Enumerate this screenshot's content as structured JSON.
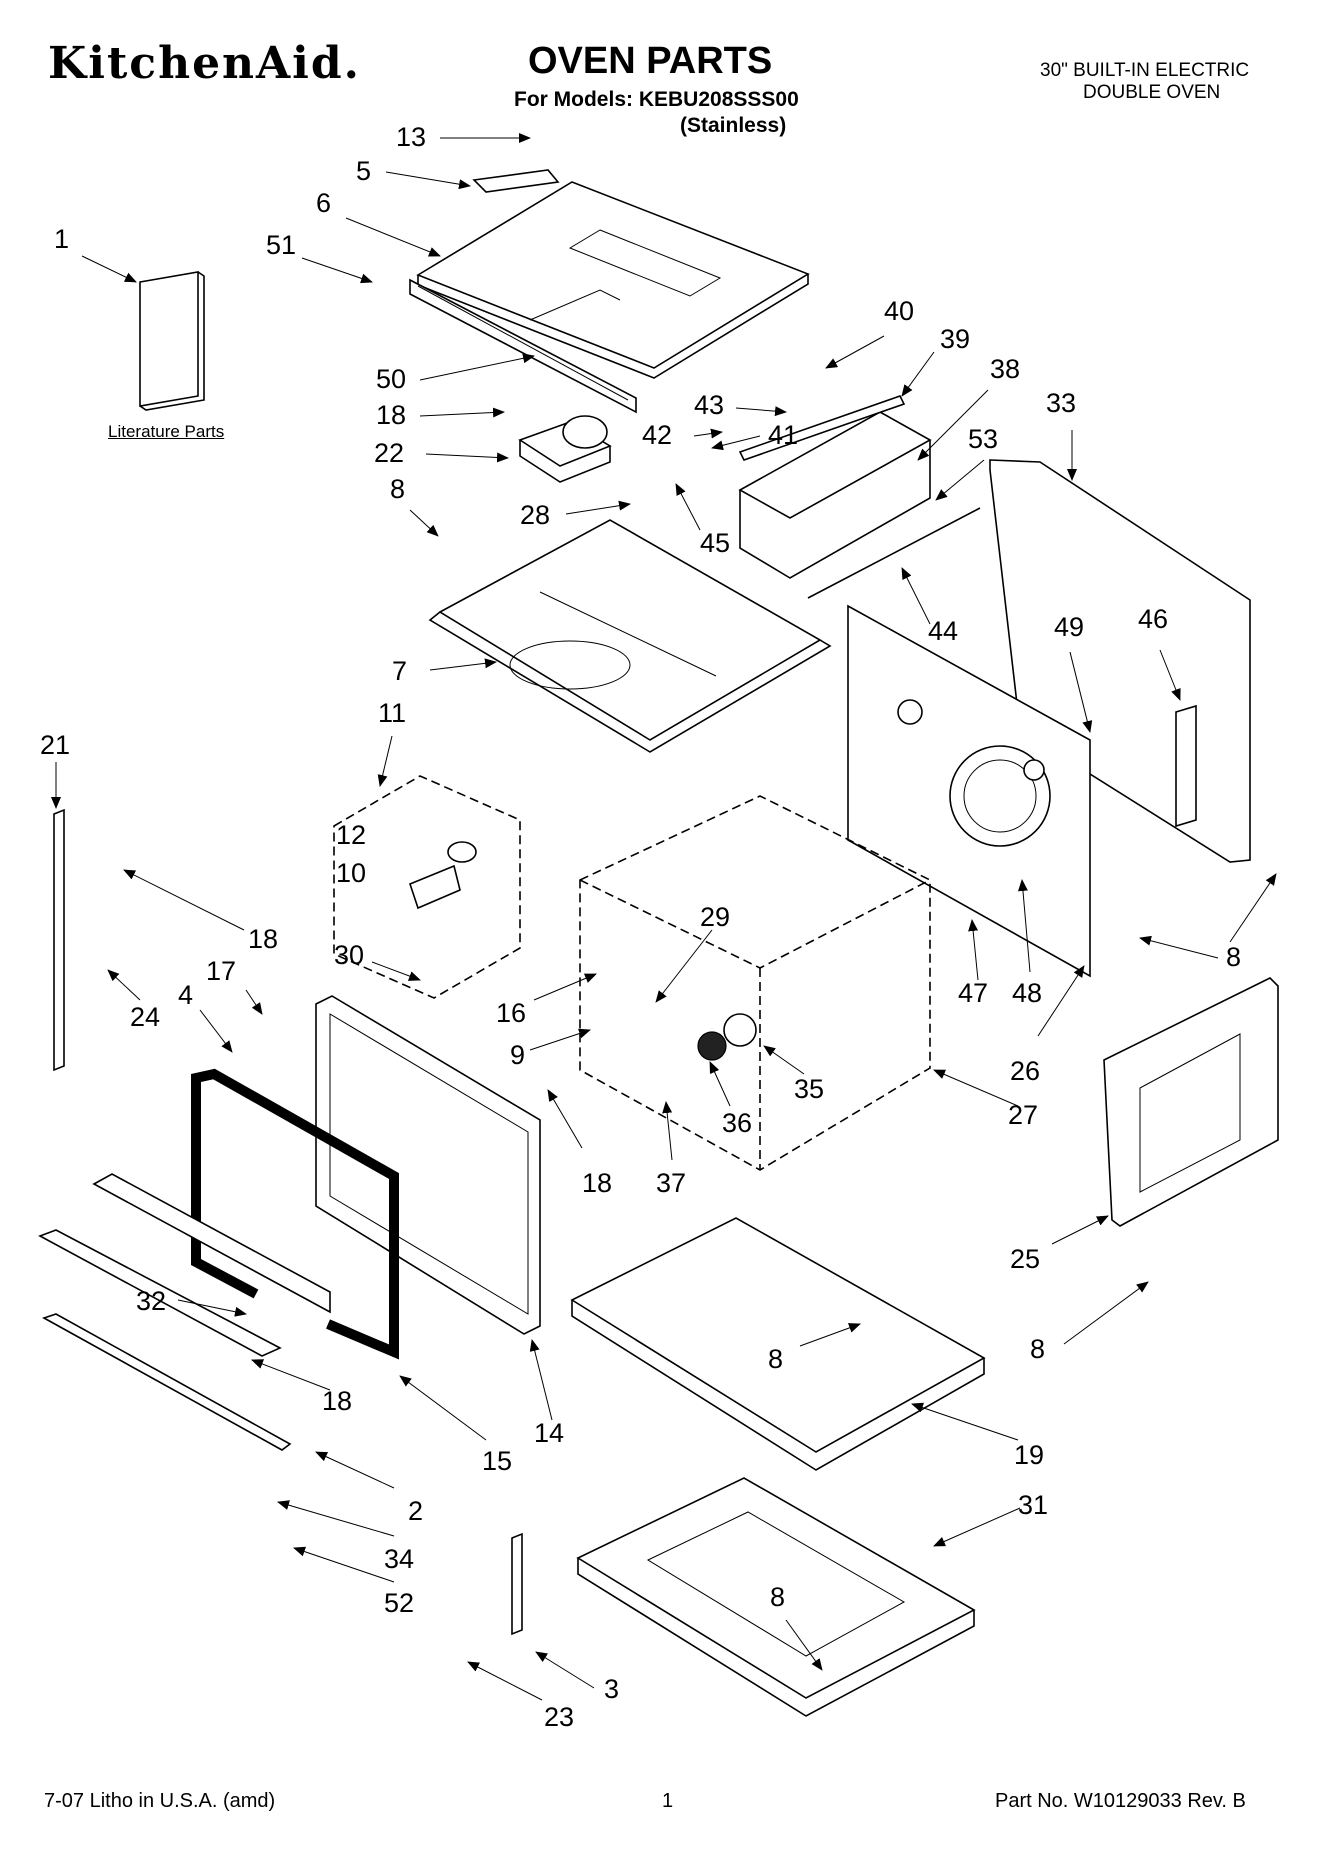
{
  "header": {
    "brand": "KitchenAid.",
    "title": "OVEN PARTS",
    "models_line": "For Models: KEBU208SSS00",
    "finish": "(Stainless)",
    "appliance_line1": "30\" BUILT-IN ELECTRIC",
    "appliance_line2": "DOUBLE OVEN"
  },
  "literature_label": "Literature Parts",
  "callouts": [
    {
      "id": "c13",
      "label": "13"
    },
    {
      "id": "c5",
      "label": "5"
    },
    {
      "id": "c6",
      "label": "6"
    },
    {
      "id": "c1",
      "label": "1"
    },
    {
      "id": "c51",
      "label": "51"
    },
    {
      "id": "c40",
      "label": "40"
    },
    {
      "id": "c39",
      "label": "39"
    },
    {
      "id": "c38",
      "label": "38"
    },
    {
      "id": "c33",
      "label": "33"
    },
    {
      "id": "c50",
      "label": "50"
    },
    {
      "id": "c43",
      "label": "43"
    },
    {
      "id": "c18a",
      "label": "18"
    },
    {
      "id": "c42",
      "label": "42"
    },
    {
      "id": "c41",
      "label": "41"
    },
    {
      "id": "c53",
      "label": "53"
    },
    {
      "id": "c22",
      "label": "22"
    },
    {
      "id": "c8a",
      "label": "8"
    },
    {
      "id": "c28",
      "label": "28"
    },
    {
      "id": "c45",
      "label": "45"
    },
    {
      "id": "c44",
      "label": "44"
    },
    {
      "id": "c49",
      "label": "49"
    },
    {
      "id": "c46",
      "label": "46"
    },
    {
      "id": "c7",
      "label": "7"
    },
    {
      "id": "c11",
      "label": "11"
    },
    {
      "id": "c21",
      "label": "21"
    },
    {
      "id": "c12",
      "label": "12"
    },
    {
      "id": "c10",
      "label": "10"
    },
    {
      "id": "c18b",
      "label": "18"
    },
    {
      "id": "c30",
      "label": "30"
    },
    {
      "id": "c29",
      "label": "29"
    },
    {
      "id": "c17",
      "label": "17"
    },
    {
      "id": "c4",
      "label": "4"
    },
    {
      "id": "c24",
      "label": "24"
    },
    {
      "id": "c16",
      "label": "16"
    },
    {
      "id": "c47",
      "label": "47"
    },
    {
      "id": "c48",
      "label": "48"
    },
    {
      "id": "c8b",
      "label": "8"
    },
    {
      "id": "c9",
      "label": "9"
    },
    {
      "id": "c35",
      "label": "35"
    },
    {
      "id": "c26",
      "label": "26"
    },
    {
      "id": "c36",
      "label": "36"
    },
    {
      "id": "c27",
      "label": "27"
    },
    {
      "id": "c18c",
      "label": "18"
    },
    {
      "id": "c37",
      "label": "37"
    },
    {
      "id": "c25",
      "label": "25"
    },
    {
      "id": "c32",
      "label": "32"
    },
    {
      "id": "c8c",
      "label": "8"
    },
    {
      "id": "c8d",
      "label": "8"
    },
    {
      "id": "c18d",
      "label": "18"
    },
    {
      "id": "c14",
      "label": "14"
    },
    {
      "id": "c15",
      "label": "15"
    },
    {
      "id": "c19",
      "label": "19"
    },
    {
      "id": "c2",
      "label": "2"
    },
    {
      "id": "c31",
      "label": "31"
    },
    {
      "id": "c34",
      "label": "34"
    },
    {
      "id": "c52",
      "label": "52"
    },
    {
      "id": "c8e",
      "label": "8"
    },
    {
      "id": "c3",
      "label": "3"
    },
    {
      "id": "c23",
      "label": "23"
    }
  ],
  "footer": {
    "left": "7-07 Litho in U.S.A. (amd)",
    "center": "1",
    "right": "Part No. W10129033 Rev. B"
  }
}
